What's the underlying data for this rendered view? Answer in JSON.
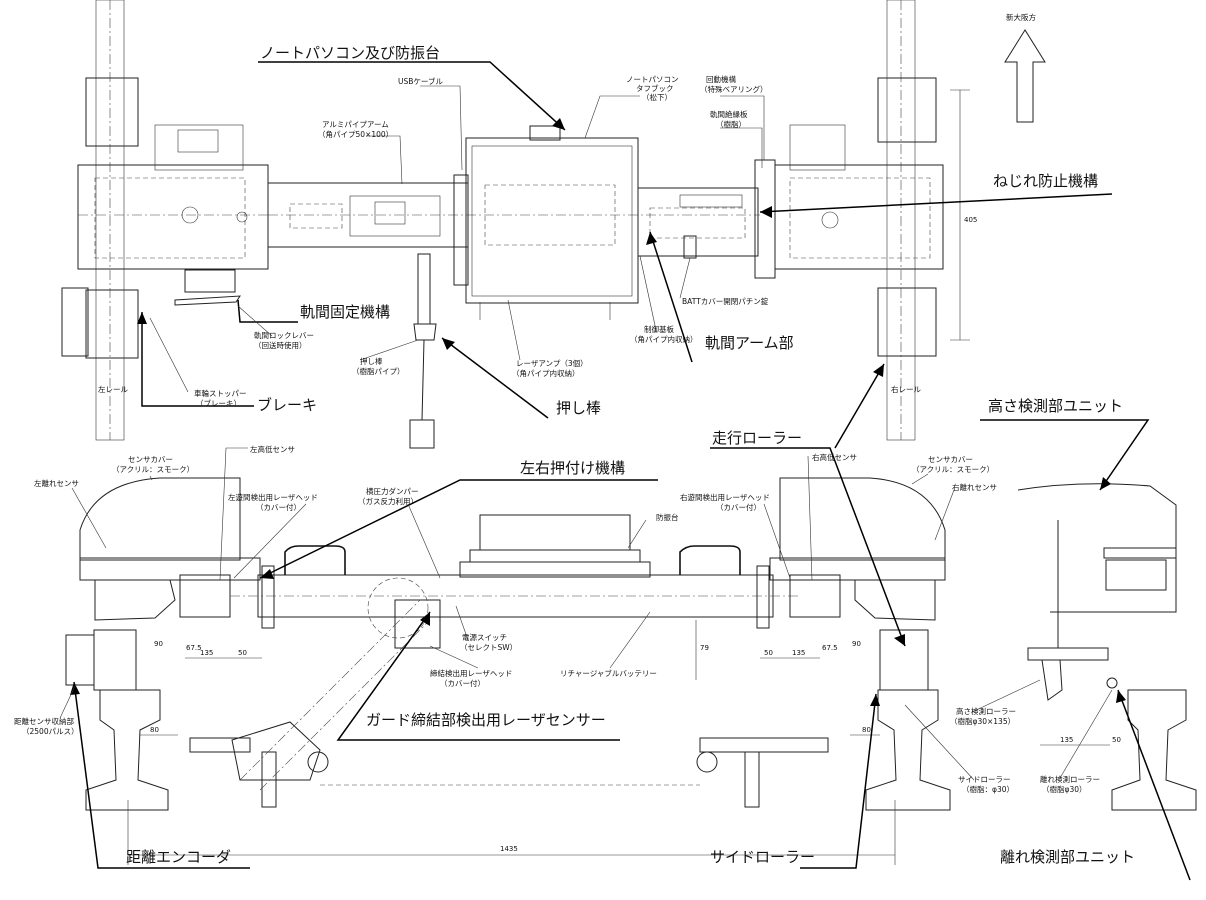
{
  "callouts": {
    "notebook_mount": "ノートパソコン及び防振台",
    "twist_prevention": "ねじれ防止機構",
    "gauge_lock": "軌間固定機構",
    "gauge_arm": "軌間アーム部",
    "brake": "ブレーキ",
    "push_rod": "押し棒",
    "height_unit": "高さ検測部ユニット",
    "running_roller": "走行ローラー",
    "lr_push": "左右押付け機構",
    "guard_laser": "ガード締結部検出用レーザセンサー",
    "distance_encoder": "距離エンコーダ",
    "side_roller": "サイドローラー",
    "separation_unit": "離れ検測部ユニット"
  },
  "labels": {
    "direction": "新大阪方",
    "usb": "USBケーブル",
    "notebook_1": "ノートパソコン",
    "notebook_2": "タフブック",
    "notebook_3": "（松下）",
    "rotation_1": "回動機構",
    "rotation_2": "（特殊ベアリング）",
    "insulator_1": "軌間絶縁板",
    "insulator_2": "（樹脂）",
    "alu_arm_1": "アルミパイプアーム",
    "alu_arm_2": "（角パイプ50×100）",
    "batt_latch": "BATTカバー開閉パチン錠",
    "control_board_1": "制御基板",
    "control_board_2": "（角パイプ内収納）",
    "laser_amp_1": "レーザアンプ（3個）",
    "laser_amp_2": "（角パイプ内収納）",
    "gauge_lever_1": "軌間ロックレバー",
    "gauge_lever_2": "（回送時使用）",
    "push_rod_1": "押し棒",
    "push_rod_2": "（樹脂パイプ）",
    "wheel_stopper_1": "車輪ストッパー",
    "wheel_stopper_2": "（ブレーキ）",
    "left_rail": "左レール",
    "right_rail": "右レール",
    "dim_405": "405",
    "left_height_sensor": "左高低センサ",
    "right_height_sensor": "右高低センサ",
    "sensor_cover_1": "センサカバー",
    "sensor_cover_2": "（アクリル：スモーク）",
    "left_sep_sensor": "左離れセンサ",
    "right_sep_sensor": "右離れセンサ",
    "left_gap_laser_1": "左遊間検出用レーザヘッド",
    "left_gap_laser_2": "（カバー付）",
    "right_gap_laser_1": "右遊間検出用レーザヘッド",
    "right_gap_laser_2": "（カバー付）",
    "damper_1": "横圧力ダンパー",
    "damper_2": "（ガス反力利用）",
    "anti_vib": "防振台",
    "power_switch_1": "電源スイッチ",
    "power_switch_2": "（セレクトSW）",
    "fastener_laser_1": "締結検出用レーザヘッド",
    "fastener_laser_2": "（カバー付）",
    "battery": "リチャージャブルバッテリー",
    "encoder_1": "距離センサ収納部",
    "encoder_2": "（2500パルス）",
    "height_roller_1": "高さ検測ローラー",
    "height_roller_2": "（樹脂φ30×135）",
    "side_roller_1": "サイドローラー",
    "side_roller_2": "（樹脂：φ30）",
    "sep_roller_1": "離れ検測ローラー",
    "sep_roller_2": "（樹脂φ30）",
    "dim_1435": "1435",
    "dim_135": "135",
    "dim_50": "50",
    "dim_80": "80",
    "dim_90": "90",
    "dim_67_5": "67.5",
    "dim_79": "79"
  }
}
